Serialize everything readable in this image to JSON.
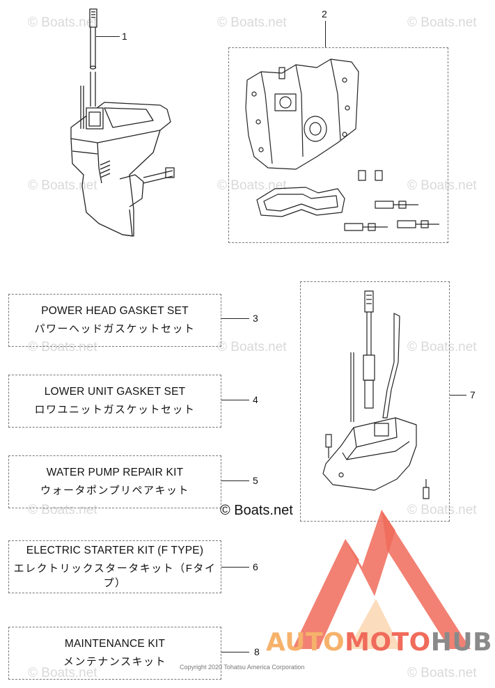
{
  "watermark": {
    "text": "© Boats.net"
  },
  "callouts": [
    "1",
    "2",
    "3",
    "4",
    "5",
    "6",
    "7",
    "8"
  ],
  "kits": [
    {
      "en": "POWER HEAD GASKET SET",
      "jp": "パワーヘッドガスケットセット",
      "number": "3"
    },
    {
      "en": "LOWER UNIT GASKET SET",
      "jp": "ロワユニットガスケットセット",
      "number": "4"
    },
    {
      "en": "WATER PUMP REPAIR KIT",
      "jp": "ウォータポンプリペアキット",
      "number": "5"
    },
    {
      "en": "ELECTRIC STARTER KIT (F TYPE)",
      "jp": "エレクトリックスタータキット（Fタイプ）",
      "number": "6"
    },
    {
      "en": "MAINTENANCE KIT",
      "jp": "メンテナンスキット",
      "number": "8"
    }
  ],
  "stamp": "© Boats.net",
  "copyright": "Copyright 2020 Tohatsu America Corporation",
  "brand": {
    "part1": "AUTO",
    "part2": "MOTO",
    "part3": "HUB"
  },
  "colors": {
    "brand_orange": "#f6b26b",
    "brand_red": "#f06b5b",
    "brand_gray": "#8a8a8a"
  }
}
